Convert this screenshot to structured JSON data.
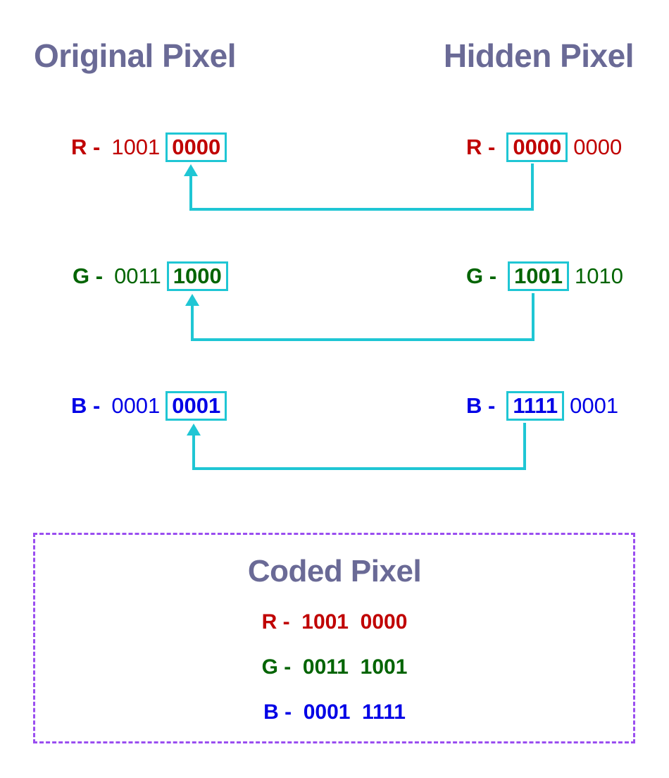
{
  "headings": {
    "original": "Original Pixel",
    "hidden": "Hidden Pixel"
  },
  "original_pixel": {
    "r": {
      "label": "R -",
      "keep": "1001",
      "moved": "0000"
    },
    "g": {
      "label": "G -",
      "keep": "0011",
      "moved": "1000"
    },
    "b": {
      "label": "B -",
      "keep": "0001",
      "moved": "0001"
    }
  },
  "hidden_pixel": {
    "r": {
      "label": "R -",
      "moved": "0000",
      "rest": "0000"
    },
    "g": {
      "label": "G -",
      "moved": "1001",
      "rest": "1010"
    },
    "b": {
      "label": "B -",
      "moved": "1111",
      "rest": "0001"
    }
  },
  "coded_pixel": {
    "title": "Coded Pixel",
    "r": "R -  1001  0000",
    "g": "G -  0011  1001",
    "b": "B -  0001  1111"
  },
  "colors": {
    "red": "#c00000",
    "green": "#006400",
    "blue": "#0000e6",
    "box_border": "#1fc6d4",
    "arrow": "#1fc6d4",
    "heading": "#6a6a96",
    "dashed_frame": "#9a4ef0"
  }
}
